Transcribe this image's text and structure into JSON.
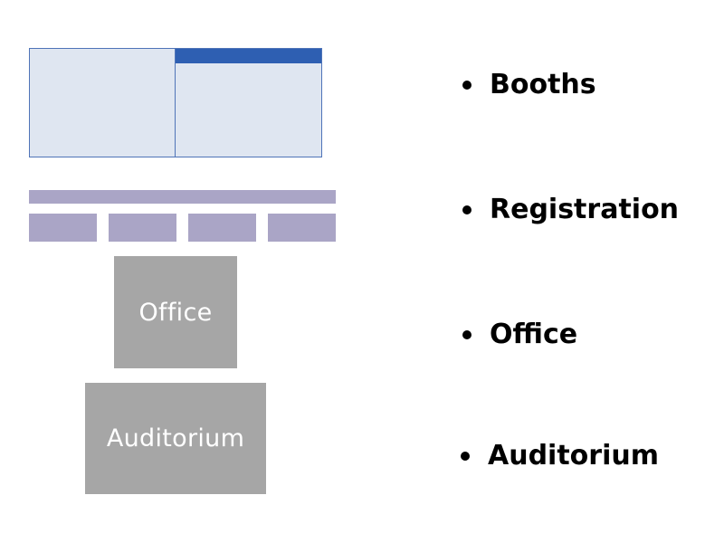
{
  "map": {
    "office_label": "Office",
    "auditorium_label": "Auditorium"
  },
  "legend": {
    "items": [
      {
        "label": "Booths"
      },
      {
        "label": "Registration"
      },
      {
        "label": "Office"
      },
      {
        "label": "Auditorium"
      }
    ]
  },
  "colors": {
    "booth_fill": "#dfe6f1",
    "booth_border": "#4f74b8",
    "booth_header": "#2e5fb2",
    "registration": "#aaa5c6",
    "room": "#a6a6a6",
    "room_text": "#ffffff",
    "legend_text": "#000000"
  }
}
